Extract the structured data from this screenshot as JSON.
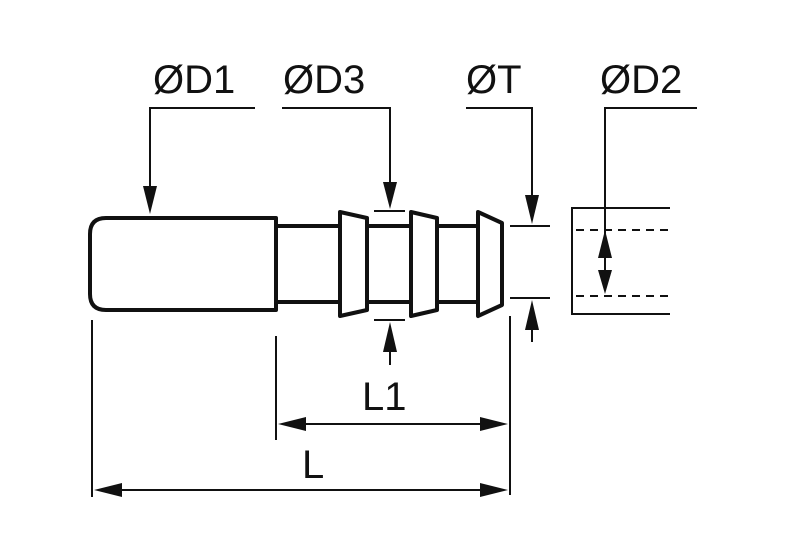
{
  "labels": {
    "d1": "ØD1",
    "d3": "ØD3",
    "t": "ØT",
    "d2": "ØD2",
    "l1": "L1",
    "l": "L"
  }
}
